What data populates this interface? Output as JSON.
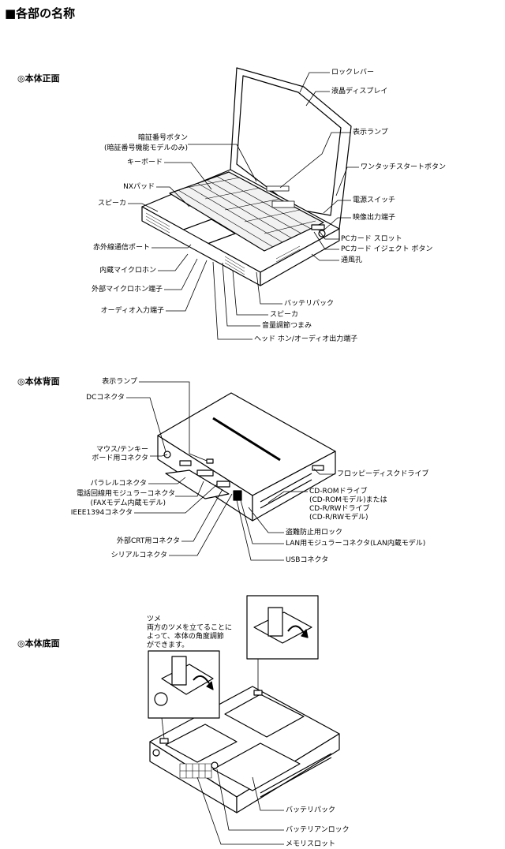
{
  "page_title": "■各部の名称",
  "sections": {
    "front": "◎本体正面",
    "back": "◎本体背面",
    "bottom": "◎本体底面"
  },
  "front_labels": {
    "lock_lever": "ロックレバー",
    "lcd": "液晶ディスプレイ",
    "indicator_lamp": "表示ランプ",
    "onetouch": "ワンタッチスタートボタン",
    "power_switch": "電源スイッチ",
    "video_out": "映像出力端子",
    "pc_card_slot": "PCカード スロット",
    "pc_card_eject": "PCカード イジェクト ボタン",
    "vent": "通風孔",
    "battery_pack": "バッテリパック",
    "speaker_right": "スピーカ",
    "volume": "音量調節つまみ",
    "headphone": "ヘッド ホン/オーディオ出力端子",
    "pin_button": "暗証番号ボタン",
    "pin_button_note": "(暗証番号機能モデルのみ)",
    "keyboard": "キーボード",
    "nx_pad": "NXパッド",
    "speaker_left": "スピーカ",
    "infrared": "赤外線通信ポート",
    "internal_mic": "内蔵マイクロホン",
    "external_mic": "外部マイクロホン端子",
    "audio_in": "オーディオ入力端子"
  },
  "back_labels": {
    "indicator_lamp": "表示ランプ",
    "dc_connector": "DCコネクタ",
    "mouse_line1": "マウス/テンキー",
    "mouse_line2": "ボード用コネクタ",
    "parallel": "パラレルコネクタ",
    "modem_line1": "電話回線用モジュラーコネクタ",
    "modem_line2": "(FAXモデム内蔵モデル)",
    "ieee1394": "IEEE1394コネクタ",
    "crt": "外部CRT用コネクタ",
    "serial": "シリアルコネクタ",
    "floppy": "フロッピーディスクドライブ",
    "cdrom_line1": "CD-ROMドライブ",
    "cdrom_line2": "(CD-ROMモデル)または",
    "cdrom_line3": "CD-R/RWドライブ",
    "cdrom_line4": "(CD-R/RWモデル)",
    "security_lock": "盗難防止用ロック",
    "lan": "LAN用モジュラーコネクタ(LAN内蔵モデル)",
    "usb": "USBコネクタ"
  },
  "bottom_labels": {
    "tab_line1": "ツメ",
    "tab_line2": "両方のツメを立てることに",
    "tab_line3": "よって、本体の角度調節",
    "tab_line4": "ができます。",
    "battery_pack": "バッテリパック",
    "battery_unlock": "バッテリアンロック",
    "memory_slot": "メモリスロット"
  }
}
